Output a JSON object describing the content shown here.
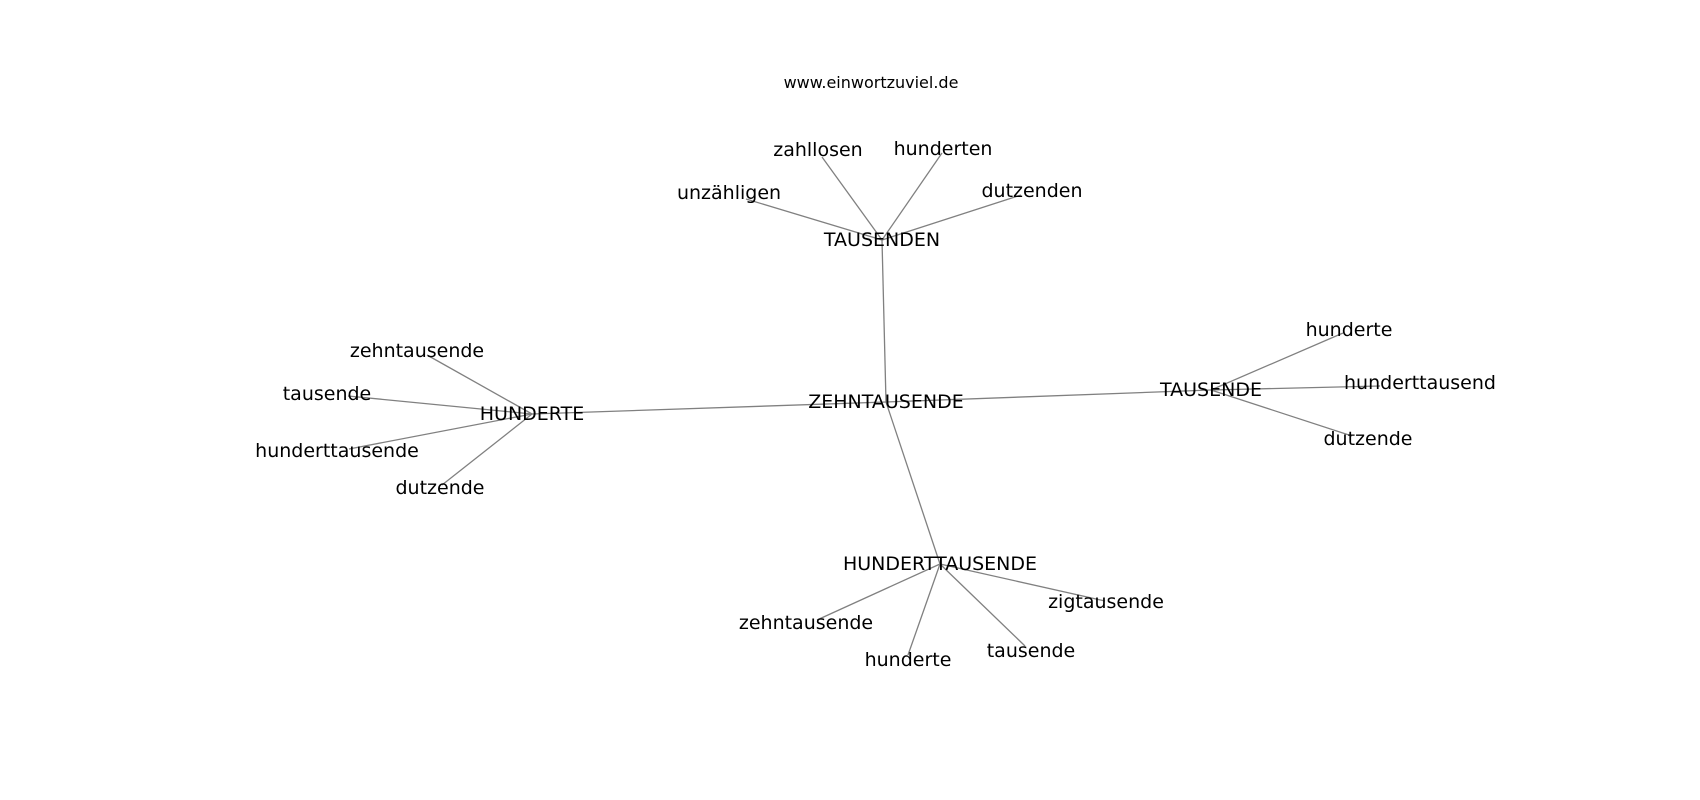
{
  "watermark": "www.einwortzuviel.de",
  "graph": {
    "center": "ZEHNTAUSENDE",
    "hubs": [
      {
        "label": "TAUSENDEN",
        "leaves": [
          "zahllosen",
          "hunderten",
          "unzähligen",
          "dutzenden"
        ]
      },
      {
        "label": "HUNDERTE",
        "leaves": [
          "zehntausende",
          "tausende",
          "hunderttausende",
          "dutzende"
        ]
      },
      {
        "label": "TAUSENDE",
        "leaves": [
          "hunderte",
          "hunderttausend",
          "dutzende"
        ]
      },
      {
        "label": "HUNDERTTAUSENDE",
        "leaves": [
          "zigtausende",
          "zehntausende",
          "hunderte",
          "tausende"
        ]
      }
    ]
  },
  "colors": {
    "edge": "#808080",
    "text": "#000000",
    "background": "#ffffff"
  }
}
